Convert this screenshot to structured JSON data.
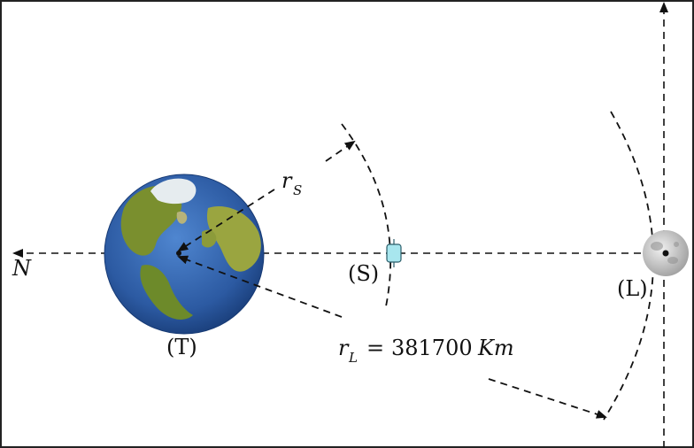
{
  "labels": {
    "north": "N",
    "earth": "(T)",
    "satellite": "(S)",
    "moon": "(L)",
    "rs_main": "r",
    "rs_sub": "S",
    "rl_main": "r",
    "rl_sub": "L",
    "rl_equals": "=",
    "rl_number": "381700",
    "rl_unit": "Km"
  },
  "colors": {
    "ink": "#111111",
    "ocean": "#2f5fa8",
    "land": "#6f8a2c",
    "satellite": "#a8e6ee",
    "moon": "#c9c9c9"
  }
}
